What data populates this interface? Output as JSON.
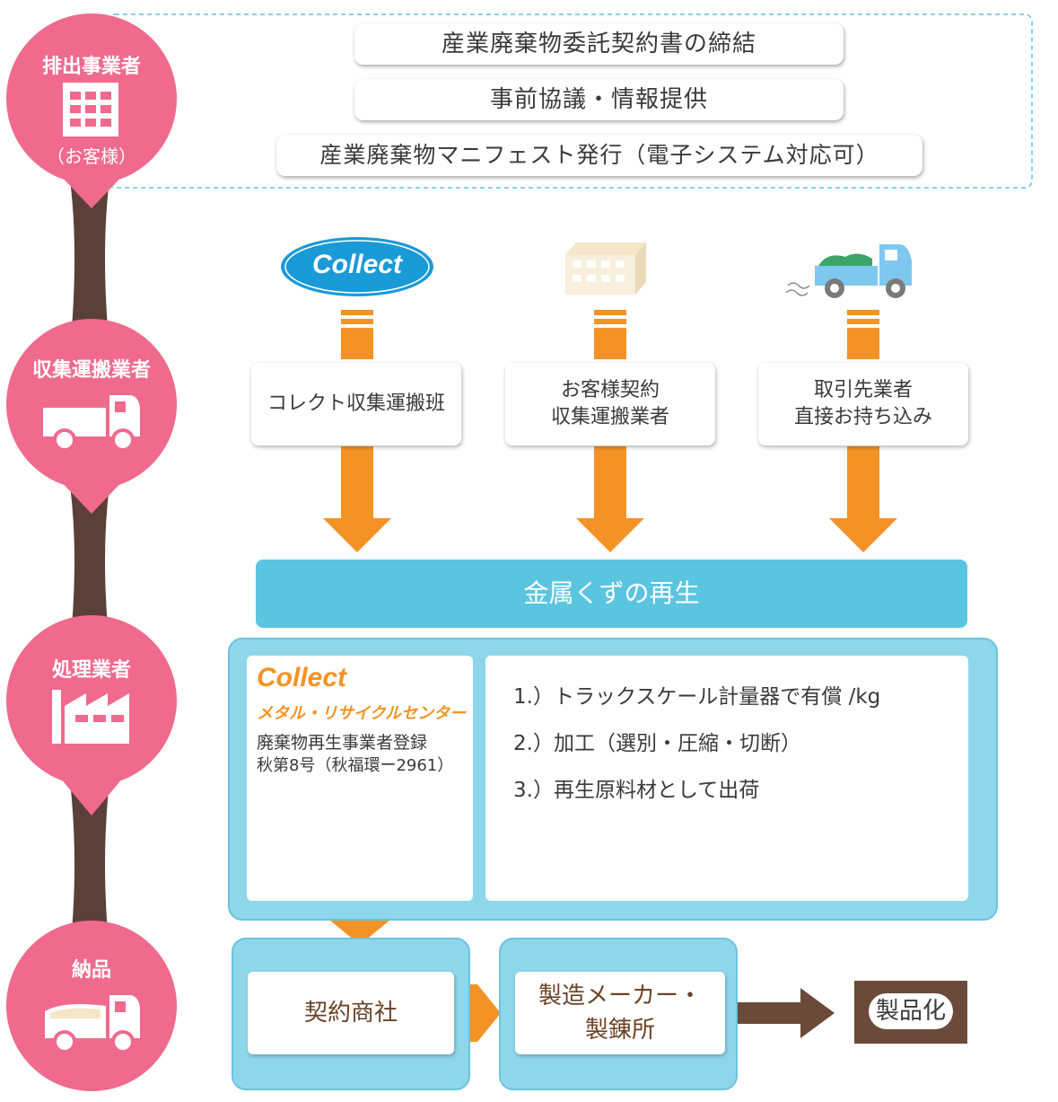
{
  "stages": {
    "discharger": {
      "label": "排出事業者",
      "sub": "（お客様）"
    },
    "collector": {
      "label": "収集運搬業者"
    },
    "processor": {
      "label": "処理業者"
    },
    "delivery": {
      "label": "納品"
    }
  },
  "tasks": [
    "産業廃棄物委託契約書の締結",
    "事前協議・情報提供",
    "産業廃棄物マニフェスト発行（電子システム対応可）"
  ],
  "collect_logo_text": "Collect",
  "collectors": [
    {
      "line1": "コレクト収集運搬班",
      "line2": ""
    },
    {
      "line1": "お客様契約",
      "line2": "収集運搬業者"
    },
    {
      "line1": "取引先業者",
      "line2": "直接お持ち込み"
    }
  ],
  "recycle_banner": "金属くずの再生",
  "center": {
    "brand": "Collect",
    "name": "メタル・リサイクルセンター",
    "reg_line1": "廃棄物再生事業者登録",
    "reg_line2": "秋第8号（秋福環ー2961）"
  },
  "steps": [
    "1.）トラックスケール計量器で有償 /kg",
    "2.）加工（選別・圧縮・切断）",
    "3.）再生原料材として出荷"
  ],
  "delivery_flow": {
    "trading": "契約商社",
    "maker_line1": "製造メーカー・",
    "maker_line2": "製錬所",
    "product": "製品化"
  },
  "colors": {
    "pink": "#ef6a8d",
    "brown": "#5a4038",
    "orange": "#f39325",
    "cyan": "#5bc5e0",
    "panel": "#8ed7ea",
    "product_bg": "#6b4a3a"
  }
}
